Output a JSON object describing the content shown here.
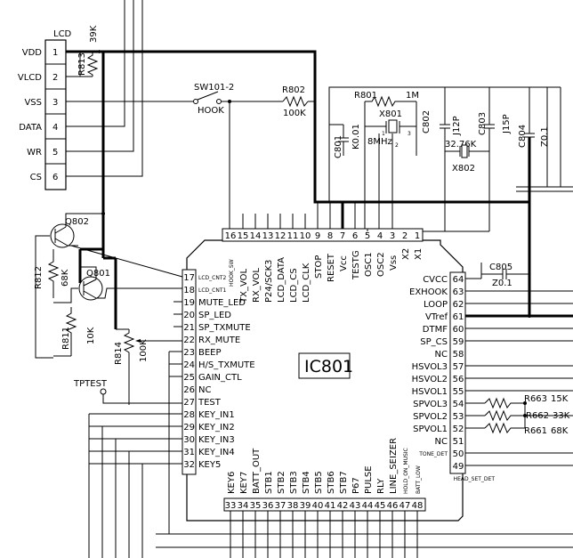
{
  "lcd": {
    "title": "LCD",
    "pins": [
      {
        "num": "1",
        "name": "VDD"
      },
      {
        "num": "2",
        "name": "VLCD"
      },
      {
        "num": "3",
        "name": "VSS"
      },
      {
        "num": "4",
        "name": "DATA"
      },
      {
        "num": "5",
        "name": "WR"
      },
      {
        "num": "6",
        "name": "CS"
      }
    ]
  },
  "ic": {
    "label": "IC801",
    "left_pins": [
      {
        "num": "17",
        "name": "LCD_CNT2"
      },
      {
        "num": "18",
        "name": "LCD_CNT1"
      },
      {
        "num": "19",
        "name": "MUTE_LED"
      },
      {
        "num": "20",
        "name": "SP_LED"
      },
      {
        "num": "21",
        "name": "SP_TXMUTE"
      },
      {
        "num": "22",
        "name": "RX_MUTE"
      },
      {
        "num": "23",
        "name": "BEEP"
      },
      {
        "num": "24",
        "name": "H/S_TXMUTE"
      },
      {
        "num": "25",
        "name": "GAIN_CTL"
      },
      {
        "num": "26",
        "name": "NC"
      },
      {
        "num": "27",
        "name": "TEST"
      },
      {
        "num": "28",
        "name": "KEY_IN1"
      },
      {
        "num": "29",
        "name": "KEY_IN2"
      },
      {
        "num": "30",
        "name": "KEY_IN3"
      },
      {
        "num": "31",
        "name": "KEY_IN4"
      },
      {
        "num": "32",
        "name": "KEY5"
      }
    ],
    "top_pins": [
      {
        "num": "16",
        "name": "HOOK_SW"
      },
      {
        "num": "15",
        "name": "TX_VOL"
      },
      {
        "num": "14",
        "name": "RX_VOL"
      },
      {
        "num": "13",
        "name": "P24/SCK3"
      },
      {
        "num": "12",
        "name": "LCD_DATA"
      },
      {
        "num": "11",
        "name": "LCD_CS"
      },
      {
        "num": "10",
        "name": "LCD_CLK"
      },
      {
        "num": "9",
        "name": "STOP"
      },
      {
        "num": "8",
        "name": "RESET"
      },
      {
        "num": "7",
        "name": "Vcc"
      },
      {
        "num": "6",
        "name": "TESTG"
      },
      {
        "num": "5",
        "name": "OSC1"
      },
      {
        "num": "4",
        "name": "OSC2"
      },
      {
        "num": "3",
        "name": "Vss"
      },
      {
        "num": "2",
        "name": "X2"
      },
      {
        "num": "1",
        "name": "X1"
      }
    ],
    "right_pins": [
      {
        "num": "64",
        "name": "CVCC"
      },
      {
        "num": "63",
        "name": "EXHOOK"
      },
      {
        "num": "62",
        "name": "LOOP"
      },
      {
        "num": "61",
        "name": "VTref"
      },
      {
        "num": "60",
        "name": "DTMF"
      },
      {
        "num": "59",
        "name": "SP_CS"
      },
      {
        "num": "58",
        "name": "NC"
      },
      {
        "num": "57",
        "name": "HSVOL3"
      },
      {
        "num": "56",
        "name": "HSVOL2"
      },
      {
        "num": "55",
        "name": "HSVOL1"
      },
      {
        "num": "54",
        "name": "SPVOL3"
      },
      {
        "num": "53",
        "name": "SPVOL2"
      },
      {
        "num": "52",
        "name": "SPVOL1"
      },
      {
        "num": "51",
        "name": "NC"
      },
      {
        "num": "50",
        "name": "TONE_DET"
      },
      {
        "num": "49",
        "name": "HEAD_SET_DET"
      }
    ],
    "bottom_pins": [
      {
        "num": "33",
        "name": "KEY6"
      },
      {
        "num": "34",
        "name": "KEY7"
      },
      {
        "num": "35",
        "name": "BATT_OUT"
      },
      {
        "num": "36",
        "name": "STB1"
      },
      {
        "num": "37",
        "name": "STB2"
      },
      {
        "num": "38",
        "name": "STB3"
      },
      {
        "num": "39",
        "name": "STB4"
      },
      {
        "num": "40",
        "name": "STB5"
      },
      {
        "num": "41",
        "name": "STB6"
      },
      {
        "num": "42",
        "name": "STB7"
      },
      {
        "num": "43",
        "name": "P67"
      },
      {
        "num": "44",
        "name": "PULSE"
      },
      {
        "num": "45",
        "name": "RLY"
      },
      {
        "num": "46",
        "name": "LINE_SEIZER"
      },
      {
        "num": "47",
        "name": "HOLD_ON_MUSIC"
      },
      {
        "num": "48",
        "name": "BATT_LOW"
      }
    ]
  },
  "components": {
    "r813": {
      "ref": "R813",
      "value": "39K"
    },
    "q802": {
      "ref": "Q802"
    },
    "q801": {
      "ref": "Q801"
    },
    "r812": {
      "ref": "R812",
      "value": "68K"
    },
    "r811": {
      "ref": "R811",
      "value": "10K"
    },
    "r814": {
      "ref": "R814",
      "value": "100K"
    },
    "sw101": {
      "ref": "SW101-2",
      "value": "HOOK"
    },
    "r802": {
      "ref": "R802",
      "value": "100K"
    },
    "r801": {
      "ref": "R801",
      "value": "1M"
    },
    "c801": {
      "ref": "C801",
      "value": "K0.01"
    },
    "x801": {
      "ref": "X801",
      "value": "8MHz",
      "pin1": "1",
      "pin2": "2",
      "pin3": "3"
    },
    "c802": {
      "ref": "C802",
      "value": "J12P"
    },
    "c803": {
      "ref": "C803",
      "value": "J15P"
    },
    "c804": {
      "ref": "C804",
      "value": "Z0.1"
    },
    "x802": {
      "ref": "X802",
      "value": "32.76K"
    },
    "c805": {
      "ref": "C805",
      "value": "Z0.1"
    },
    "r663": {
      "ref": "R663",
      "value": "15K"
    },
    "r662": {
      "ref": "R662",
      "value": "33K"
    },
    "r661": {
      "ref": "R661",
      "value": "68K"
    },
    "tptest": {
      "ref": "TPTEST"
    }
  }
}
